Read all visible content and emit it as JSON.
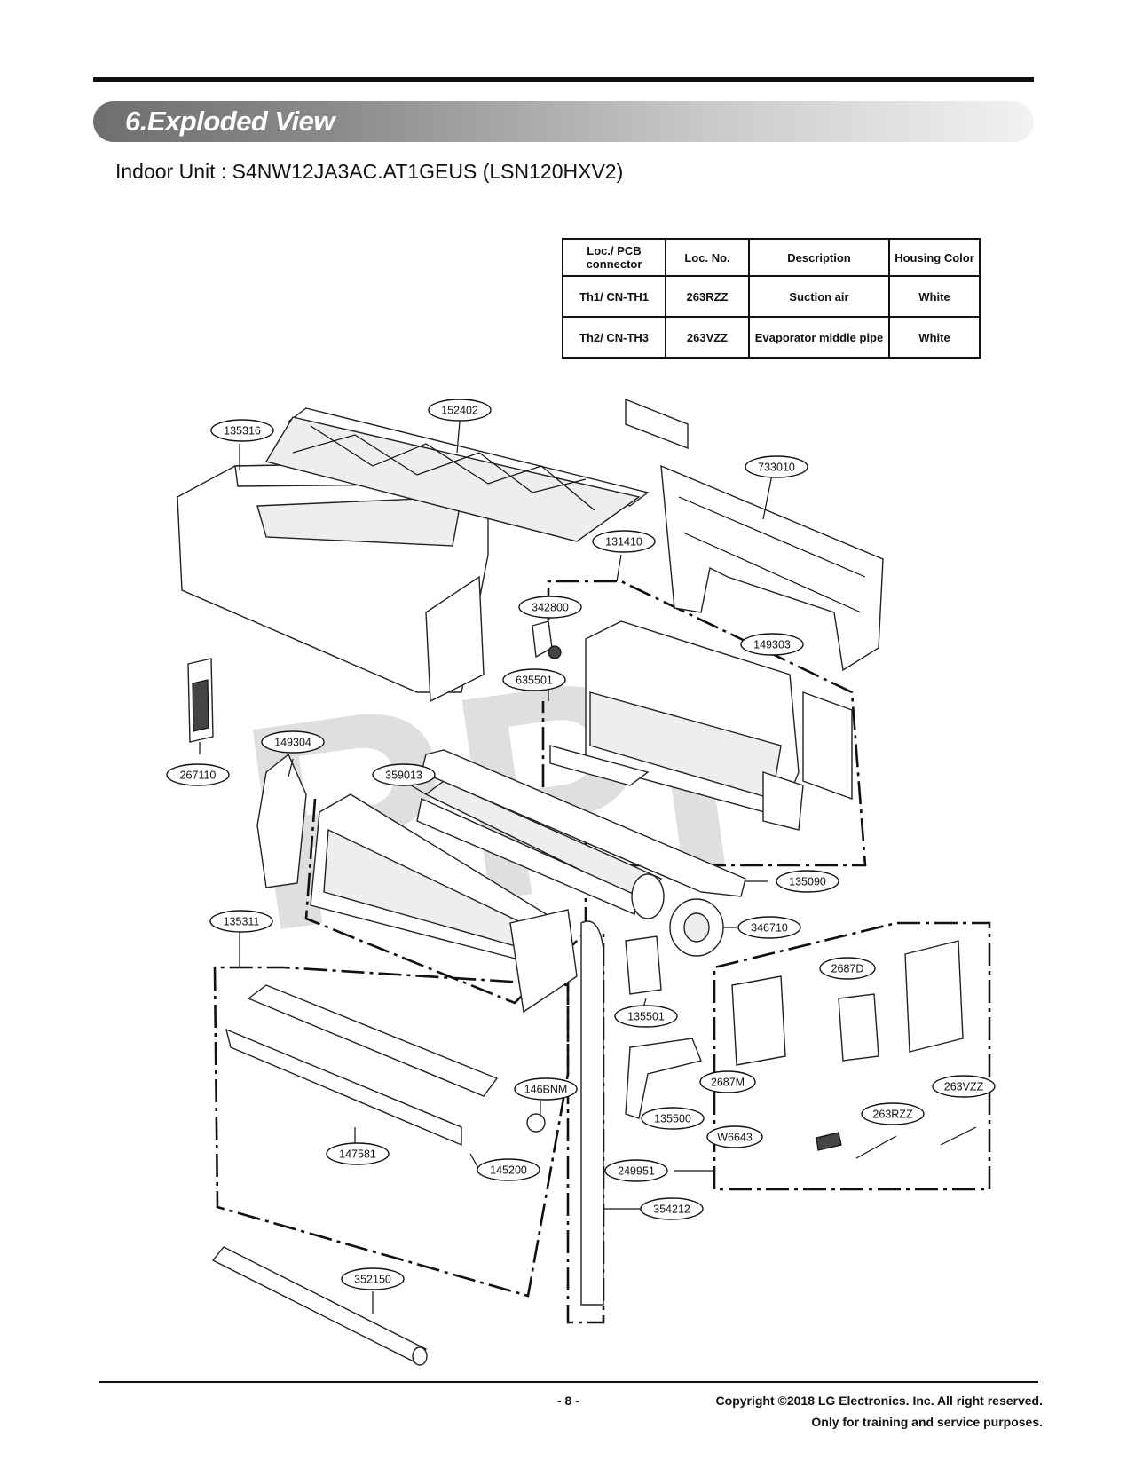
{
  "header": {
    "section_title": "6.Exploded View",
    "subtitle": "Indoor Unit : S4NW12JA3AC.AT1GEUS (LSN120HXV2)"
  },
  "sensor_table": {
    "headers": [
      "Loc./ PCB connector",
      "Loc. No.",
      "Description",
      "Housing Color"
    ],
    "rows": [
      {
        "loc": "Th1/ CN-TH1",
        "loc_no": "263RZZ",
        "description": "Suction air",
        "color": "White"
      },
      {
        "loc": "Th2/ CN-TH3",
        "loc_no": "263VZZ",
        "description": "Evaporator middle pipe",
        "color": "White"
      }
    ]
  },
  "watermark": "RPI",
  "part_labels": [
    "152402",
    "135316",
    "733010",
    "131410",
    "342800",
    "149303",
    "635501",
    "267110",
    "149304",
    "359013",
    "135090",
    "346710",
    "135311",
    "2687D",
    "135501",
    "146BNM",
    "2687M",
    "263VZZ",
    "135500",
    "263RZZ",
    "W6643",
    "147581",
    "145200",
    "249951",
    "354212",
    "352150"
  ],
  "footer": {
    "page": "- 8 -",
    "copyright": "Copyright ©2018 LG Electronics. Inc. All right reserved.",
    "notice": "Only for training and service purposes."
  }
}
